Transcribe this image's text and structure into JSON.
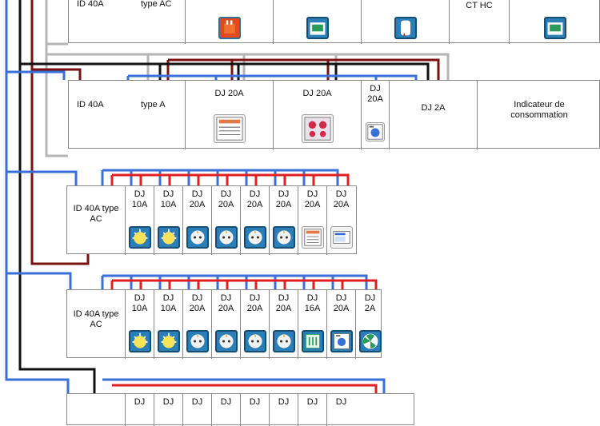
{
  "row1": {
    "id_label": "ID 40A",
    "type_label": "type AC",
    "ct_label": "CT HC",
    "icons": [
      "boiler-icon",
      "motor-icon",
      "water-heater-icon",
      "motor-icon"
    ]
  },
  "row2": {
    "id_label": "ID 40A",
    "type_label": "type A",
    "cells": [
      {
        "label": "DJ 20A",
        "icon": "oven-icon"
      },
      {
        "label": "DJ 20A",
        "icon": "hob-icon"
      },
      {
        "label": "DJ 20A",
        "icon": "washing-machine-icon"
      },
      {
        "label": "DJ 2A"
      },
      {
        "label": "Indicateur de consommation"
      }
    ]
  },
  "row3": {
    "id_label": "ID 40A type AC",
    "cells": [
      {
        "label": "DJ 10A",
        "icon": "ceiling-light-icon"
      },
      {
        "label": "DJ 10A",
        "icon": "ceiling-light-icon"
      },
      {
        "label": "DJ 20A",
        "icon": "socket-icon"
      },
      {
        "label": "DJ 20A",
        "icon": "socket-icon"
      },
      {
        "label": "DJ 20A",
        "icon": "socket-icon"
      },
      {
        "label": "DJ 20A",
        "icon": "socket-icon"
      },
      {
        "label": "DJ 20A",
        "icon": "dishwasher-icon"
      },
      {
        "label": "DJ 20A",
        "icon": "microwave-icon"
      }
    ]
  },
  "row4": {
    "id_label": "ID 40A type AC",
    "cells": [
      {
        "label": "DJ 10A",
        "icon": "ceiling-light-icon"
      },
      {
        "label": "DJ 10A",
        "icon": "ceiling-light-icon"
      },
      {
        "label": "DJ 20A",
        "icon": "socket-icon"
      },
      {
        "label": "DJ 20A",
        "icon": "socket-icon"
      },
      {
        "label": "DJ 20A",
        "icon": "socket-icon"
      },
      {
        "label": "DJ 20A",
        "icon": "socket-icon"
      },
      {
        "label": "DJ 16A",
        "icon": "radiator-icon"
      },
      {
        "label": "DJ 20A",
        "icon": "dryer-icon"
      },
      {
        "label": "DJ 2A",
        "icon": "fan-icon"
      }
    ]
  },
  "row5": {
    "cells": [
      {
        "label": "DJ"
      },
      {
        "label": "DJ"
      },
      {
        "label": "DJ"
      },
      {
        "label": "DJ"
      },
      {
        "label": "DJ"
      },
      {
        "label": "DJ"
      },
      {
        "label": "DJ"
      },
      {
        "label": "DJ"
      }
    ]
  },
  "colors": {
    "phase": "#e02020",
    "neutral": "#3a6fd8",
    "brown": "#7a1010",
    "earth": "#111111",
    "grey": "#b5b5b5"
  }
}
